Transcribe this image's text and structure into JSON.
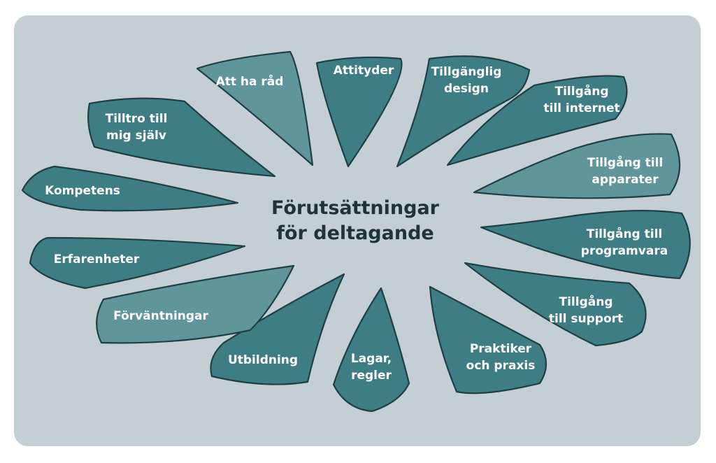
{
  "diagram": {
    "center_lines": [
      "Förutsättningar",
      "för deltagande"
    ],
    "petals": [
      {
        "id": "att-ha-rad",
        "lines": [
          "Att ha råd"
        ]
      },
      {
        "id": "attityder",
        "lines": [
          "Attityder"
        ]
      },
      {
        "id": "tillganglig-design",
        "lines": [
          "Tillgänglig",
          "design"
        ]
      },
      {
        "id": "tillgang-internet",
        "lines": [
          "Tillgång",
          "till internet"
        ]
      },
      {
        "id": "tillgang-apparater",
        "lines": [
          "Tillgång till",
          "apparater"
        ]
      },
      {
        "id": "tillgang-programvara",
        "lines": [
          "Tillgång till",
          "programvara"
        ]
      },
      {
        "id": "tillgang-support",
        "lines": [
          "Tillgång",
          "till support"
        ]
      },
      {
        "id": "praktiker",
        "lines": [
          "Praktiker",
          "och praxis"
        ]
      },
      {
        "id": "lagar",
        "lines": [
          "Lagar,",
          "regler"
        ]
      },
      {
        "id": "utbildning",
        "lines": [
          "Utbildning"
        ]
      },
      {
        "id": "forvantningar",
        "lines": [
          "Förväntningar"
        ]
      },
      {
        "id": "erfarenheter",
        "lines": [
          "Erfarenheter"
        ]
      },
      {
        "id": "kompetens",
        "lines": [
          "Kompetens"
        ]
      },
      {
        "id": "tilltro",
        "lines": [
          "Tilltro till",
          "mig själv"
        ]
      }
    ]
  }
}
